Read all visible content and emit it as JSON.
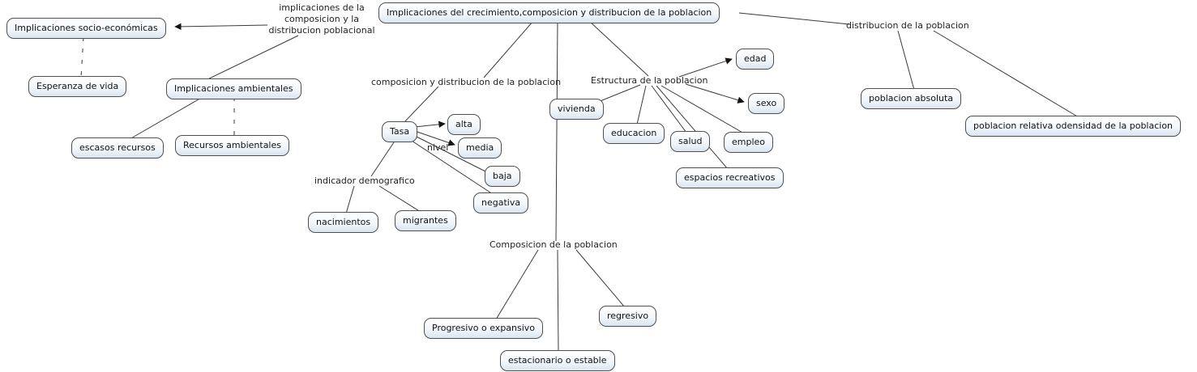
{
  "diagram": {
    "type": "concept-map",
    "topic": "Implicaciones del crecimiento,composicion y distribucion de la poblacion"
  },
  "colors": {
    "box_border": "#4f4f4f",
    "box_fill_bottom": "#d9e5f1",
    "line": "#3a3a3a",
    "text": "#111111"
  },
  "nodes": {
    "main": {
      "label": "Implicaciones del crecimiento,composicion y distribucion de la poblacion"
    },
    "socio_economicas": {
      "label": "Implicaciones socio-económicas"
    },
    "esperanza_vida": {
      "label": "Esperanza de vida"
    },
    "implicaciones_ambientales": {
      "label": "Implicaciones ambientales"
    },
    "escasos_recursos": {
      "label": "escasos recursos"
    },
    "recursos_ambientales": {
      "label": "Recursos ambientales"
    },
    "tasa": {
      "label": "Tasa"
    },
    "alta": {
      "label": "alta"
    },
    "media": {
      "label": "media"
    },
    "baja": {
      "label": "baja"
    },
    "negativa": {
      "label": "negativa"
    },
    "nacimientos": {
      "label": "nacimientos"
    },
    "migrantes": {
      "label": "migrantes"
    },
    "vivienda": {
      "label": "vivienda"
    },
    "edad": {
      "label": "edad"
    },
    "sexo": {
      "label": "sexo"
    },
    "educacion": {
      "label": "educacion"
    },
    "salud": {
      "label": "salud"
    },
    "empleo": {
      "label": "empleo"
    },
    "espacios_recreativos": {
      "label": "espacios recreativos"
    },
    "poblacion_absoluta": {
      "label": "poblacion absoluta"
    },
    "poblacion_relativa": {
      "label": "poblacion relativa odensidad de la poblacion"
    },
    "progresivo": {
      "label": "Progresivo o expansivo"
    },
    "estacionario": {
      "label": "estacionario o estable"
    },
    "regresivo": {
      "label": "regresivo"
    }
  },
  "link_labels": {
    "implicaciones_composicion": {
      "label": "implicaciones de la\ncomposicion y la\ndistribucion poblacional"
    },
    "composicion_distribucion": {
      "label": "composicion y distribucion de la poblacion"
    },
    "nivel": {
      "label": "nivel"
    },
    "indicador_demografico": {
      "label": "indicador demografico"
    },
    "estructura": {
      "label": "Estructura de la poblacion"
    },
    "distribucion": {
      "label": "distribucion de la poblacion"
    },
    "composicion_poblacion": {
      "label": "Composicion de la poblacion"
    }
  }
}
